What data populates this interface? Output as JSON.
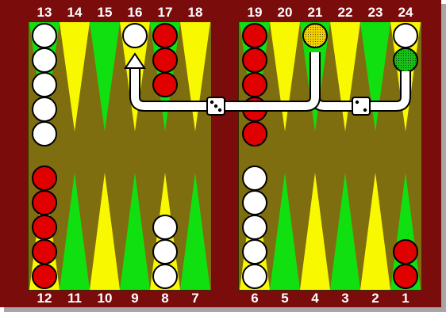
{
  "board": {
    "top_numbers": [
      "13",
      "14",
      "15",
      "16",
      "17",
      "18",
      "19",
      "20",
      "21",
      "22",
      "23",
      "24"
    ],
    "bottom_numbers": [
      "12",
      "11",
      "10",
      "9",
      "8",
      "7",
      "6",
      "5",
      "4",
      "3",
      "2",
      "1"
    ],
    "colors": {
      "frame": "#7a0c0c",
      "felt": "#7f6e10",
      "point_green": "#10e010",
      "point_yellow": "#f8f800",
      "checker_white": "#ffffff",
      "checker_red": "#e00000",
      "move_arrow": "#ffffff"
    },
    "checkers": [
      {
        "point": "13",
        "color": "white",
        "count": 5
      },
      {
        "point": "16",
        "color": "white",
        "count": 1
      },
      {
        "point": "17",
        "color": "red",
        "count": 3
      },
      {
        "point": "19",
        "color": "red",
        "count": 5
      },
      {
        "point": "21",
        "color": "yellow-hatched",
        "count": 1
      },
      {
        "point": "24",
        "color": "white",
        "count": 1
      },
      {
        "point": "24",
        "color": "green-hatched",
        "count": 1
      },
      {
        "point": "12",
        "color": "red",
        "count": 5
      },
      {
        "point": "8",
        "color": "white",
        "count": 3
      },
      {
        "point": "6",
        "color": "white",
        "count": 5
      },
      {
        "point": "1",
        "color": "red",
        "count": 2
      }
    ],
    "dice": [
      {
        "value": 3,
        "icon": "die-three-icon"
      },
      {
        "value": 2,
        "icon": "die-two-icon"
      }
    ],
    "move_arrows": [
      "24 to 21",
      "21 to 16"
    ]
  }
}
